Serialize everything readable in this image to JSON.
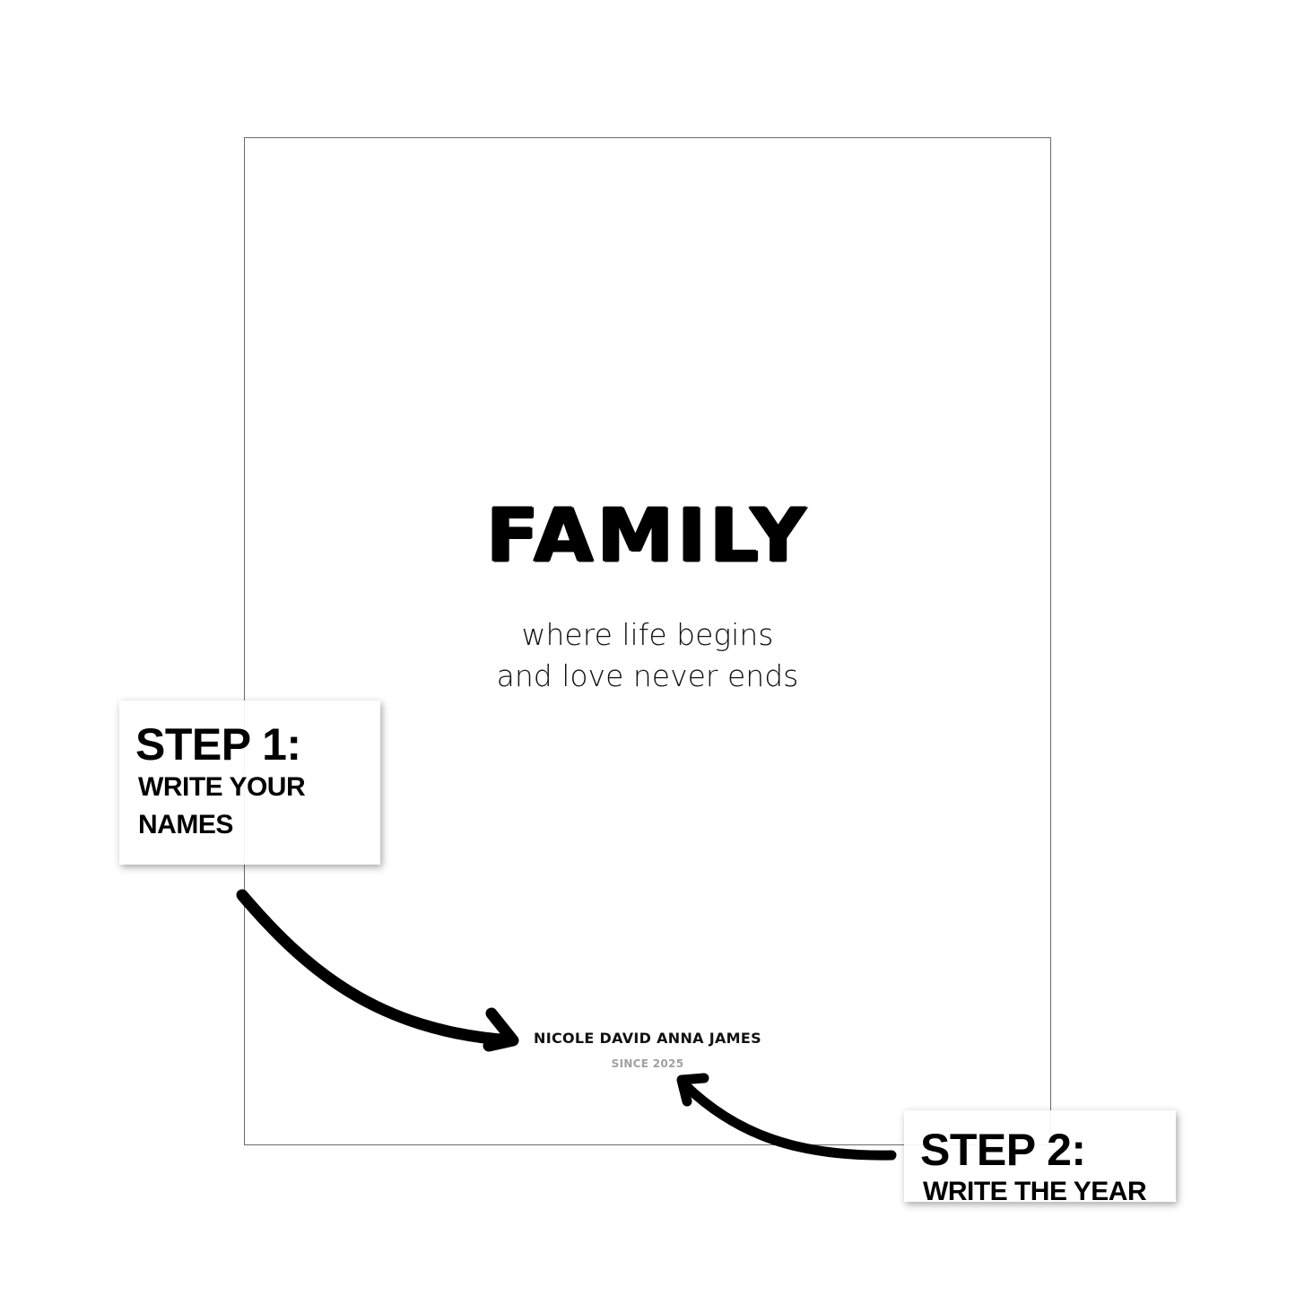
{
  "poster": {
    "title": "FAMILY",
    "tagline_line1": "where life begins",
    "tagline_line2": "and love never ends",
    "names": "NICOLE DAVID ANNA JAMES",
    "since": "SINCE 2025",
    "frame_color": "#6b6b6b",
    "since_color": "#a0a0a0"
  },
  "steps": [
    {
      "heading": "STEP 1:",
      "line1": "WRITE YOUR",
      "line2": "NAMES"
    },
    {
      "heading": "STEP 2:",
      "line1": "WRITE THE YEAR"
    }
  ],
  "arrows": [
    {
      "name": "arrow-to-names-icon"
    },
    {
      "name": "arrow-to-year-icon"
    }
  ]
}
